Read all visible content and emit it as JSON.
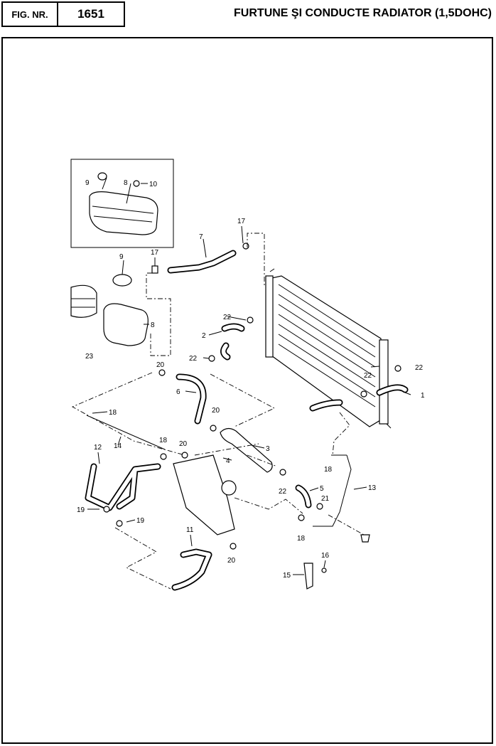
{
  "header": {
    "fig_label": "FIG. NR.",
    "fig_number": "1651",
    "title": "FURTUNE ŞI CONDUCTE RADIATOR (1,5DOHC)"
  },
  "callouts": {
    "c1": "1",
    "c2": "2",
    "c3": "3",
    "c4": "4",
    "c5": "5",
    "c6": "6",
    "c7": "7",
    "c8a": "8",
    "c8b": "8",
    "c9a": "9",
    "c9b": "9",
    "c10": "10",
    "c11": "11",
    "c12": "12",
    "c13": "13",
    "c14": "14",
    "c15": "15",
    "c16": "16",
    "c17a": "17",
    "c17b": "17",
    "c18a": "18",
    "c18b": "18",
    "c18c": "18",
    "c18d": "18",
    "c19a": "19",
    "c19b": "19",
    "c20a": "20",
    "c20b": "20",
    "c20c": "20",
    "c20d": "20",
    "c21": "21",
    "c22a": "22",
    "c22b": "22",
    "c22c": "22",
    "c22d": "22",
    "c22e": "22",
    "c23": "23"
  }
}
